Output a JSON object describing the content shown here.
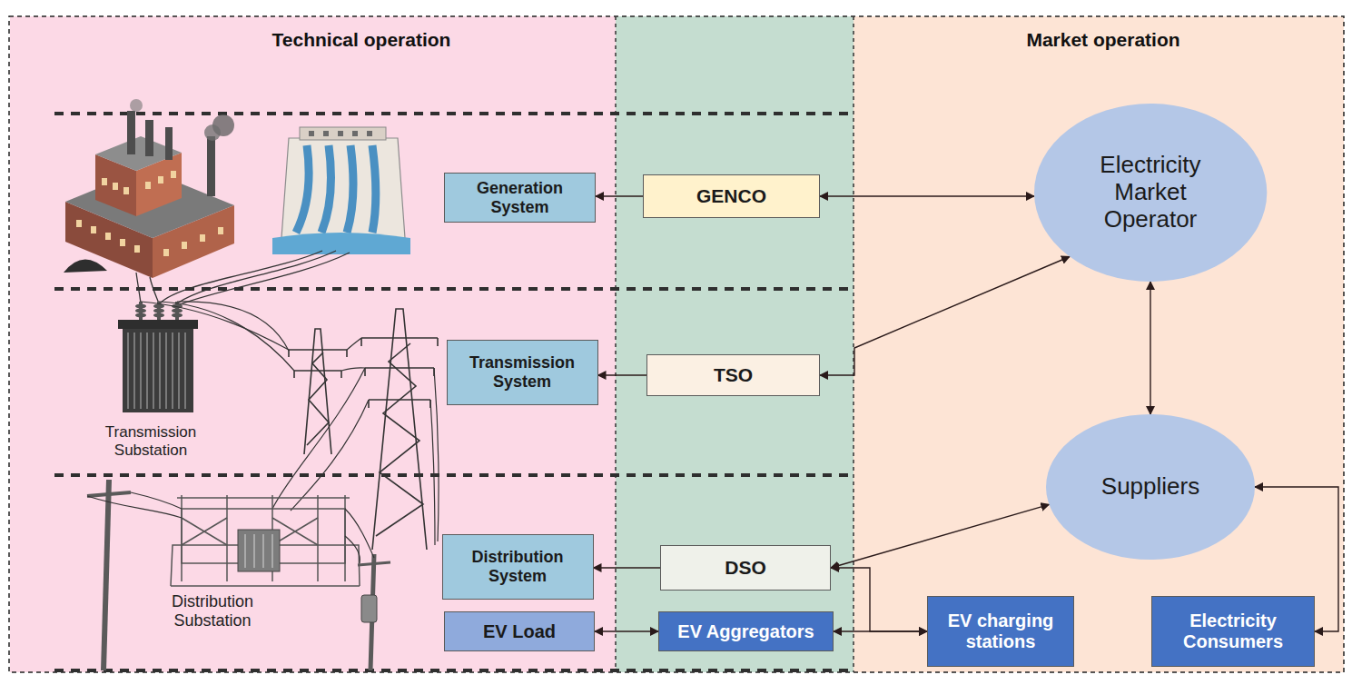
{
  "diagram": {
    "nodes": [
      {
        "text": [
          "Technical operation"
        ]
      },
      {
        "text": [
          "Generation System"
        ],
        "in": 0
      },
      {
        "text": [
          "GENCO"
        ]
      },
      {
        "text": [
          "Market operation"
        ]
      },
      {
        "text": [
          "Electricity Market Operator"
        ],
        "in": 3
      },
      {
        "text": [
          "Transmission System"
        ],
        "in": 0
      },
      {
        "text": [
          "TSO"
        ]
      },
      {
        "text": [
          "Suppliers"
        ],
        "in": 3
      },
      {
        "text": [
          "Distribution System"
        ],
        "in": 0
      },
      {
        "text": [
          "DSO"
        ]
      },
      {
        "text": [
          "EV Load"
        ],
        "in": 0
      },
      {
        "text": [
          "EV Aggregators"
        ]
      },
      {
        "text": [
          "EV charging stations"
        ],
        "in": 3
      },
      {
        "text": [
          "Electricity Consumers"
        ],
        "in": 3
      }
    ],
    "edges": [
      {
        "from": 2,
        "to": 1,
        "arrow": "to"
      },
      {
        "from": 2,
        "to": 4,
        "arrow": "both"
      },
      {
        "from": 6,
        "to": 5,
        "arrow": "to"
      },
      {
        "from": 6,
        "to": 4,
        "arrow": "both"
      },
      {
        "from": 4,
        "to": 7,
        "arrow": "both"
      },
      {
        "from": 9,
        "to": 8,
        "arrow": "to"
      },
      {
        "from": 9,
        "to": 7,
        "arrow": "both"
      },
      {
        "from": 7,
        "to": 13,
        "arrow": "both"
      },
      {
        "from": 9,
        "to": 12,
        "arrow": "both"
      },
      {
        "from": 11,
        "to": 12,
        "arrow": "both"
      },
      {
        "from": 11,
        "to": 10,
        "arrow": "both"
      }
    ],
    "labels": [
      "Transmission Substation",
      "Distribution Substation"
    ]
  }
}
